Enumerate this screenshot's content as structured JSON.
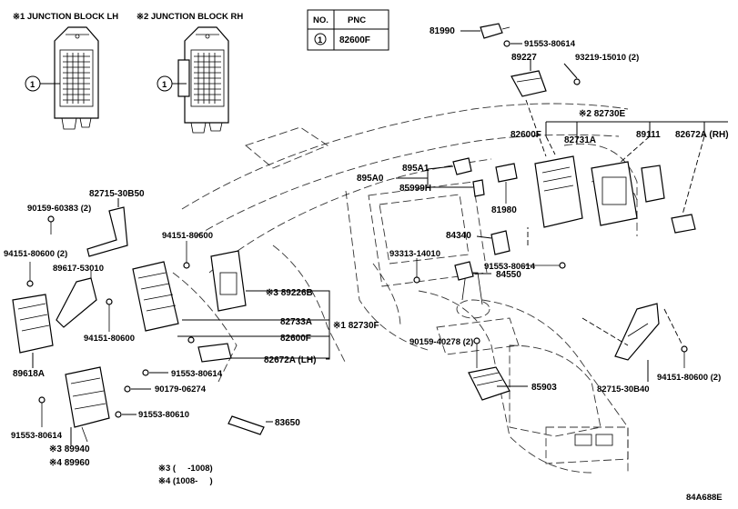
{
  "insets": {
    "lh_title": "※1 JUNCTION BLOCK LH",
    "rh_title": "※2 JUNCTION BLOCK RH",
    "callout": "1"
  },
  "pnc_table": {
    "header_no": "NO.",
    "header_pnc": "PNC",
    "row_no": "1",
    "row_pnc": "82600F"
  },
  "labels": {
    "p81990": "81990",
    "p91553_80614_top": "91553-80614",
    "p89227": "89227",
    "p93219": "93219-15010 (2)",
    "p82730e": "※2 82730E",
    "p82600f_r": "82600F",
    "p82731a": "82731A",
    "p89111": "89111",
    "p82672a_rh": "82672A (RH)",
    "p895a1": "895A1",
    "p895a0": "895A0",
    "p85999h": "85999H",
    "p81980": "81980",
    "p82715_30b50": "82715-30B50",
    "p90159_60383": "90159-60383 (2)",
    "p94151_80600_l2": "94151-80600 (2)",
    "p94151_80600_c": "94151-80600",
    "p89617": "89617-53010",
    "p84340": "84340",
    "p93313": "93313-14010",
    "p91553_80614_mid": "91553-80614",
    "p84550": "84550",
    "p89226b": "※3 89226B",
    "p82733a": "82733A",
    "p82730f": "※1 82730F",
    "p82600f_l": "82600F",
    "p82672a_lh": "82672A (LH)",
    "p94151_80600_l": "94151-80600",
    "p89618a": "89618A",
    "p90159_40278": "90159-40278 (2)",
    "p91553_80614_low": "91553-80614",
    "p90179": "90179-06274",
    "p91553_80610": "91553-80610",
    "p85903": "85903",
    "p82715_30b40": "82715-30B40",
    "p94151_80600_r2": "94151-80600 (2)",
    "p83650": "83650",
    "p91553_80614_bl": "91553-80614",
    "p89940": "※3 89940",
    "p89960": "※4 89960"
  },
  "footnotes": {
    "n3": "※3 (     -1008)",
    "n4": "※4 (1008-     )"
  },
  "figure_code": "84A688E"
}
